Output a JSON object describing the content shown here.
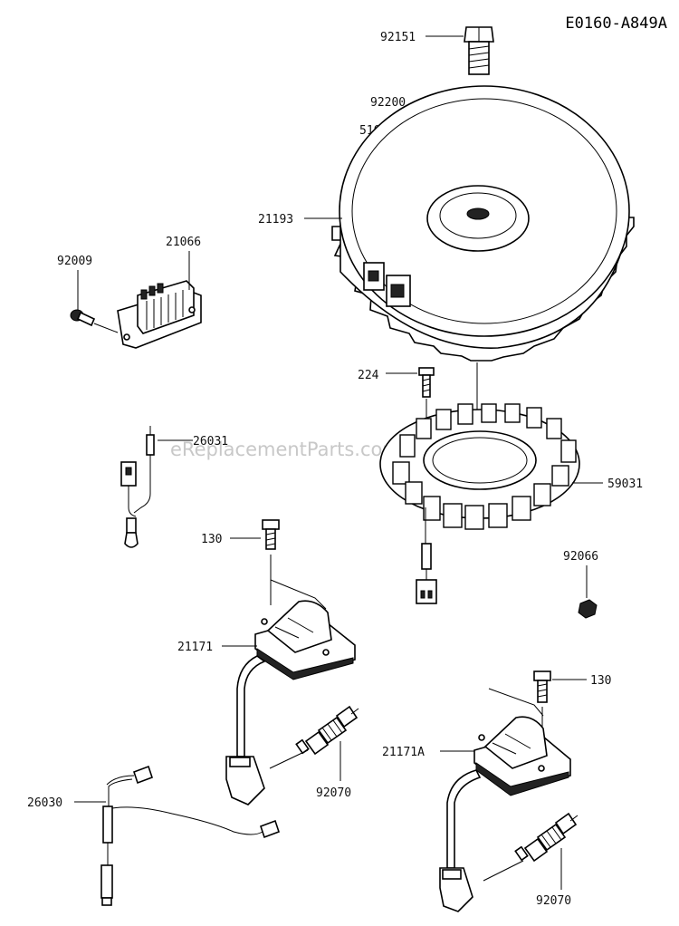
{
  "drawing_code": "E0160-A849A",
  "watermark": "eReplacementParts.com",
  "callouts": {
    "bolt_92151": "92151",
    "washer_92200": "92200",
    "key_510": "510",
    "flywheel_21193": "21193",
    "regulator_21066": "21066",
    "screw_92009": "92009",
    "bolt_224": "224",
    "lead_26031": "26031",
    "stator_59031": "59031",
    "bolt_130_left": "130",
    "nut_92066": "92066",
    "coil_21171": "21171",
    "bolt_130_right": "130",
    "coil_21171A": "21171A",
    "plug_92070_left": "92070",
    "harness_26030": "26030",
    "plug_92070_right": "92070"
  }
}
